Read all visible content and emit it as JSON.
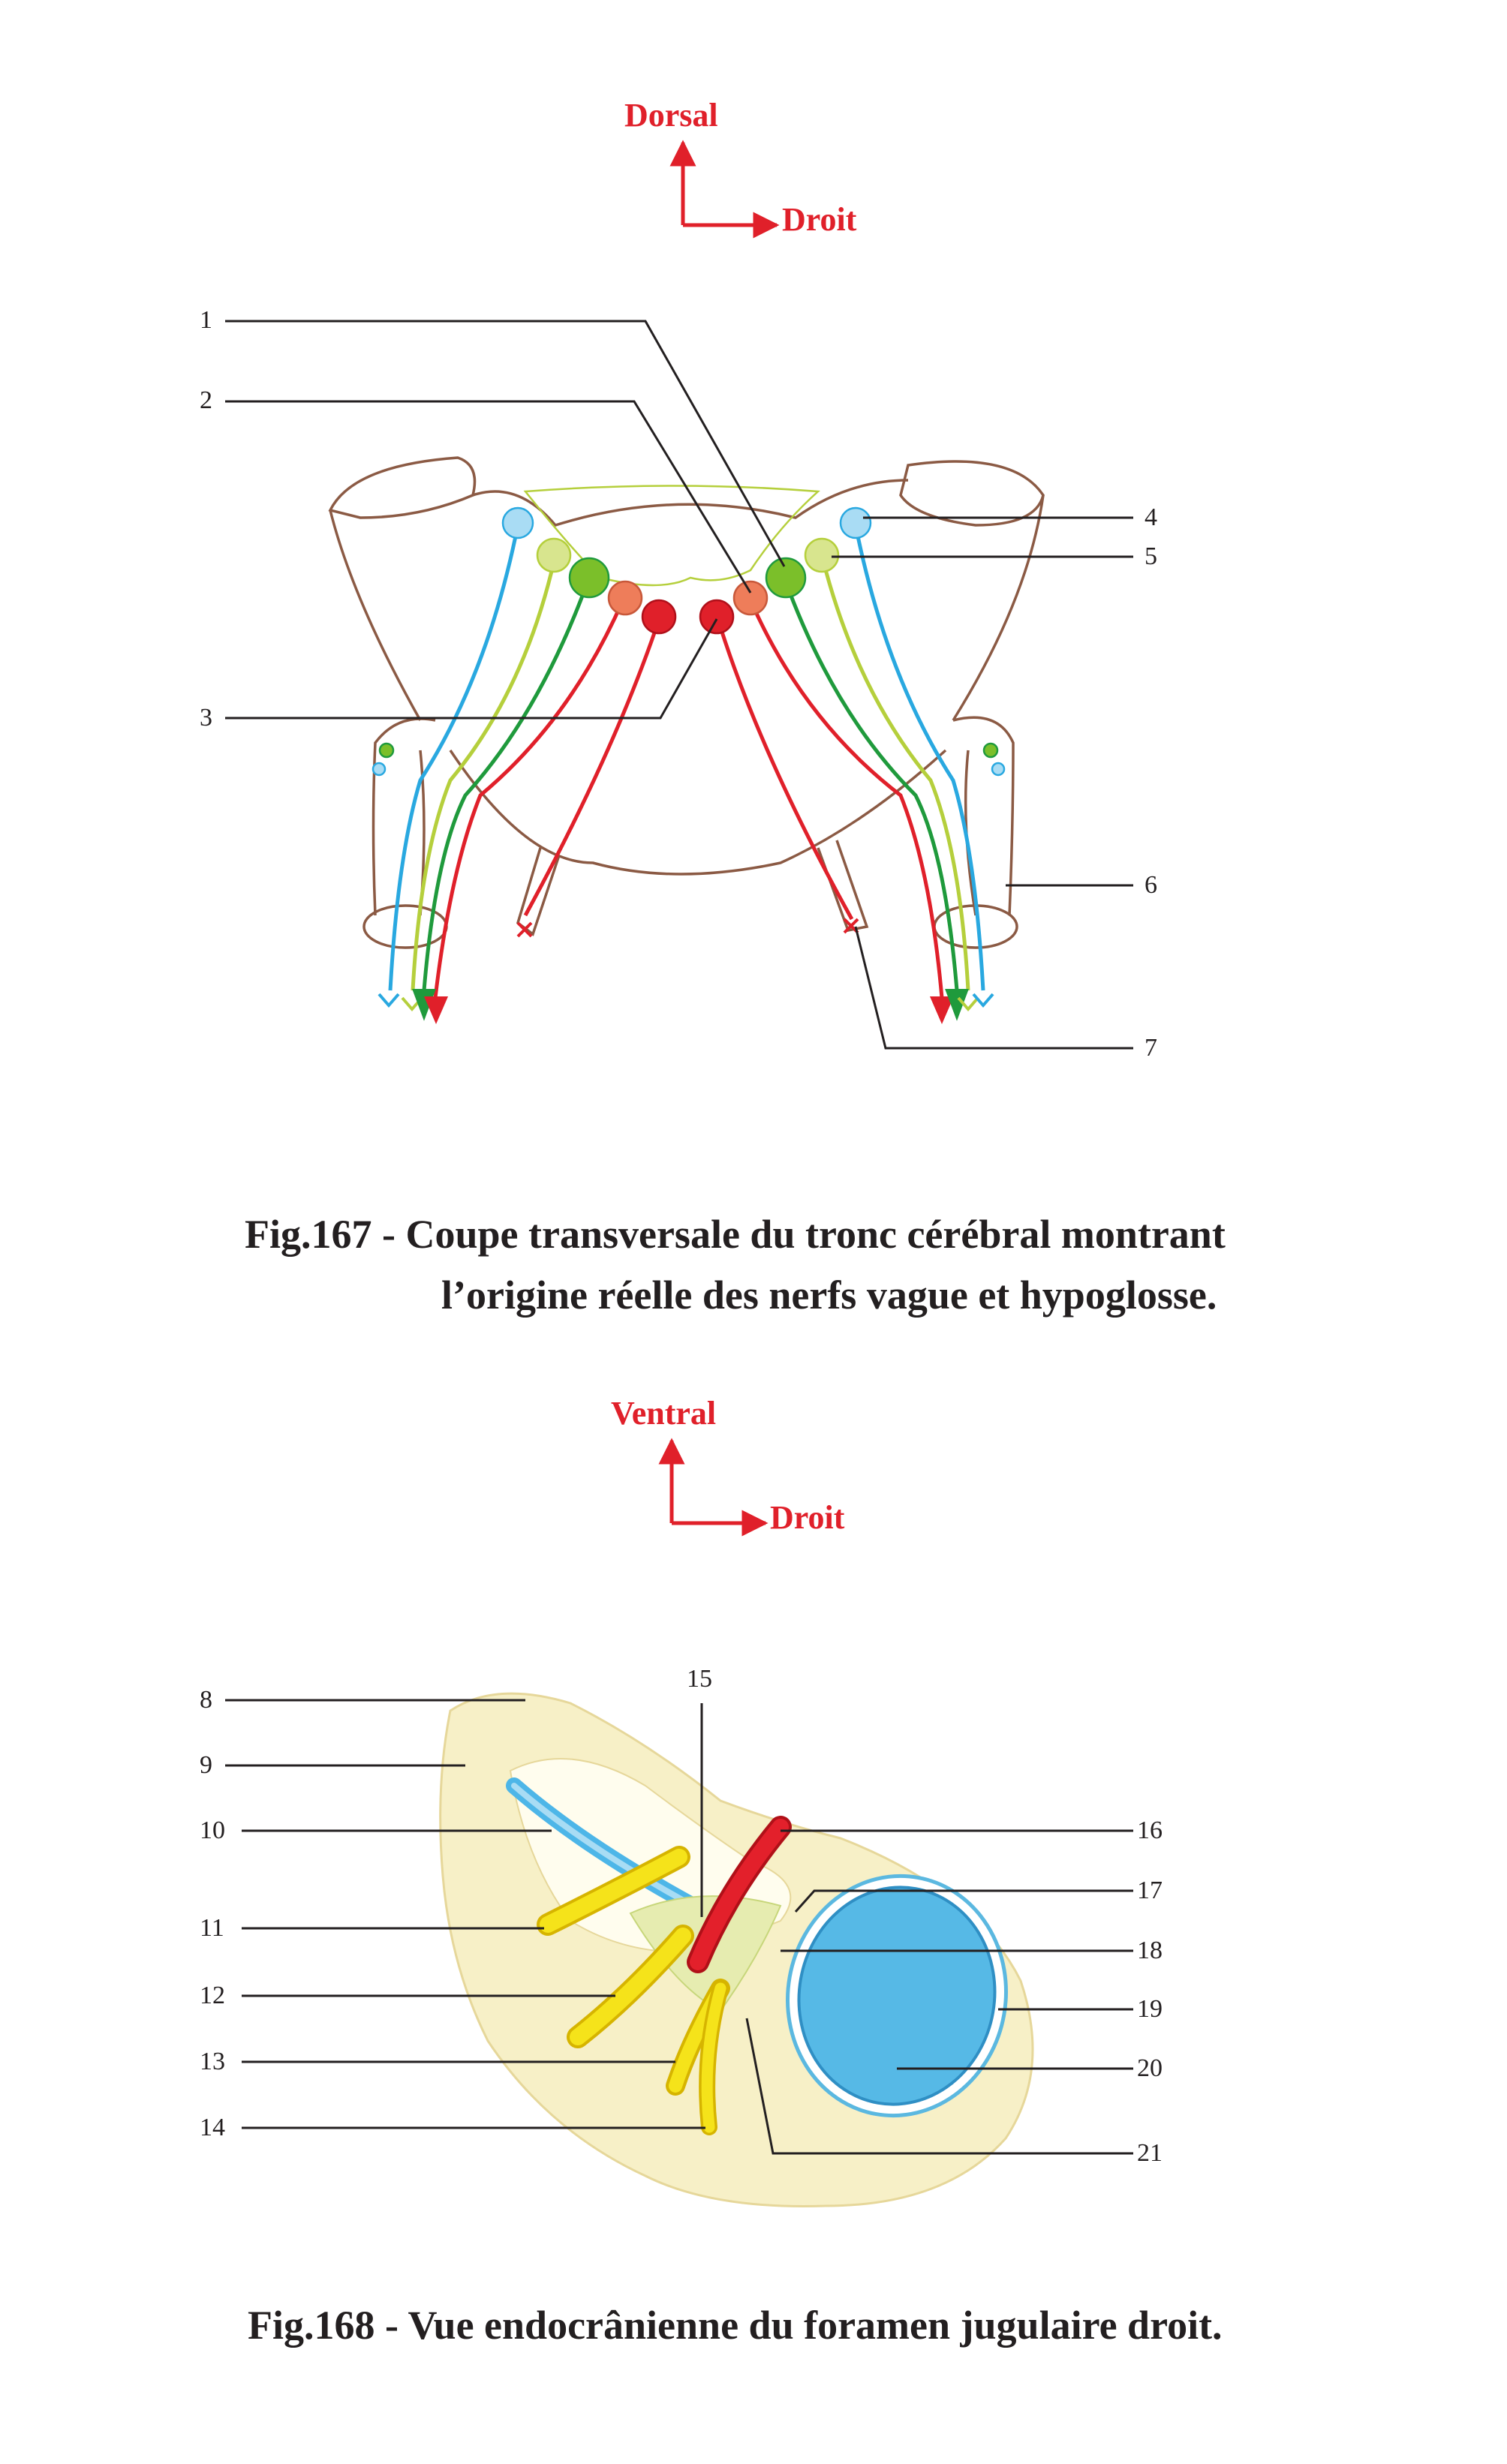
{
  "figure167": {
    "orientation": {
      "up": "Dorsal",
      "right": "Droit"
    },
    "labels": [
      "1",
      "2",
      "3",
      "4",
      "5",
      "6",
      "7"
    ],
    "caption_line1": "Fig.167 - Coupe transversale du tronc cérébral montrant",
    "caption_line2": "l’origine réelle des nerfs vague et hypoglosse."
  },
  "figure168": {
    "orientation": {
      "up": "Ventral",
      "right": "Droit"
    },
    "labels": [
      "8",
      "9",
      "10",
      "11",
      "12",
      "13",
      "14",
      "15",
      "16",
      "17",
      "18",
      "19",
      "20",
      "21"
    ],
    "caption": "Fig.168 - Vue endocrânienne du foramen jugulaire droit."
  },
  "colors": {
    "outline": "#8b5a44",
    "blue": "#29a8e0",
    "light_green": "#b5cf3c",
    "green": "#1f9a3c",
    "red": "#e0202a",
    "salmon": "#ee7d5a",
    "bone": "#f7f0c7",
    "vein_blue": "#4db6e8",
    "nerve_yellow": "#f5e31a",
    "artery_red": "#e3202b"
  }
}
